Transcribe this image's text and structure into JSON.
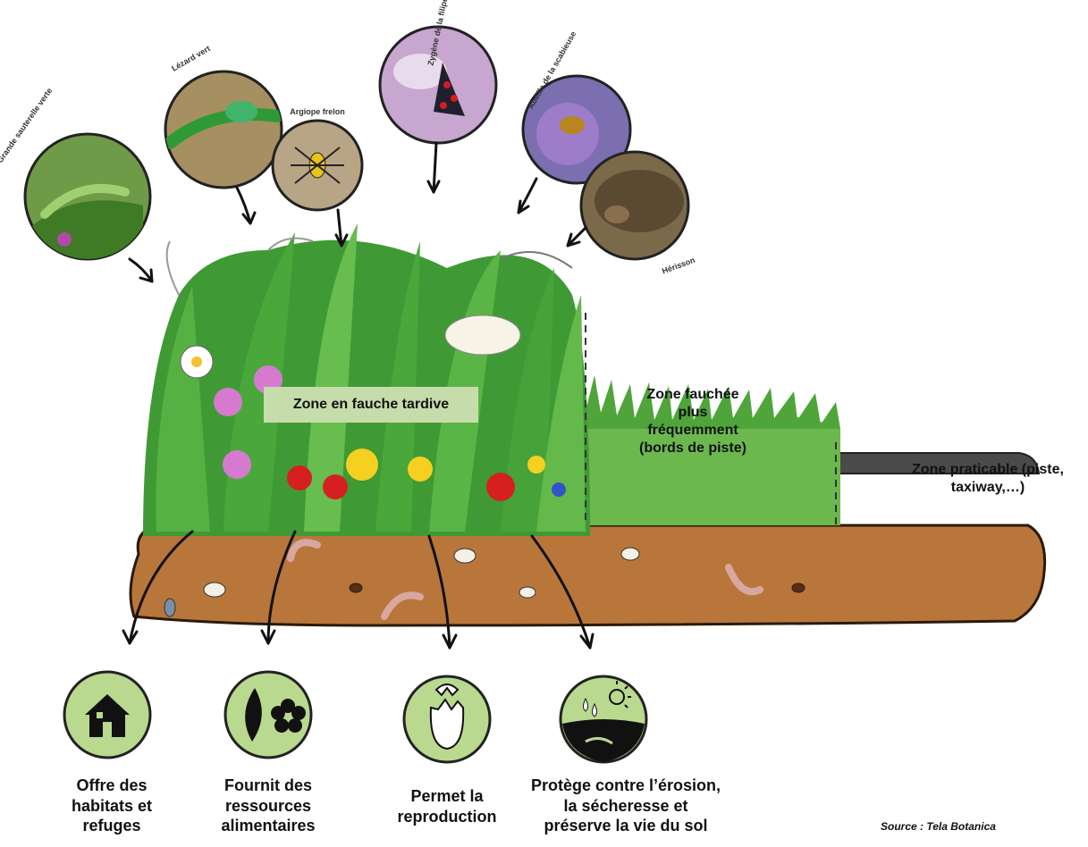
{
  "zones": {
    "late_mowing": "Zone en fauche tardive",
    "frequent_mowing": [
      "Zone fauchée",
      "plus",
      "fréquemment",
      "(bords de piste)"
    ],
    "practicable": [
      "Zone praticable (piste,",
      "taxiway,…)"
    ]
  },
  "species": [
    {
      "name": "Grande sauterelle verte",
      "icon": "grasshopper-icon"
    },
    {
      "name": "Lézard vert",
      "icon": "lizard-icon"
    },
    {
      "name": "Argiope frelon",
      "icon": "spider-icon"
    },
    {
      "name": "Zygène de la filipendule",
      "icon": "moth-icon"
    },
    {
      "name": "Abeille de la scabieuse",
      "icon": "bee-icon"
    },
    {
      "name": "Hérisson",
      "icon": "hedgehog-icon"
    }
  ],
  "benefits": [
    {
      "lines": [
        "Offre des",
        "habitats et",
        "refuges"
      ],
      "icon": "house-icon"
    },
    {
      "lines": [
        "Fournit des",
        "ressources",
        "alimentaires"
      ],
      "icon": "leaf-flower-icon"
    },
    {
      "lines": [
        "Permet la",
        "reproduction"
      ],
      "icon": "egg-icon"
    },
    {
      "lines": [
        "Protège contre l’érosion,",
        "la sécheresse et",
        "préserve la vie du sol"
      ],
      "icon": "weather-soil-icon"
    }
  ],
  "source": "Source : Tela Botanica",
  "colors": {
    "soil": "#b9763a",
    "grass": "#4fa53a",
    "icon_circle": "#b9d98f",
    "runway": "#4a4a4a",
    "label_badge": "#c6ddab"
  }
}
